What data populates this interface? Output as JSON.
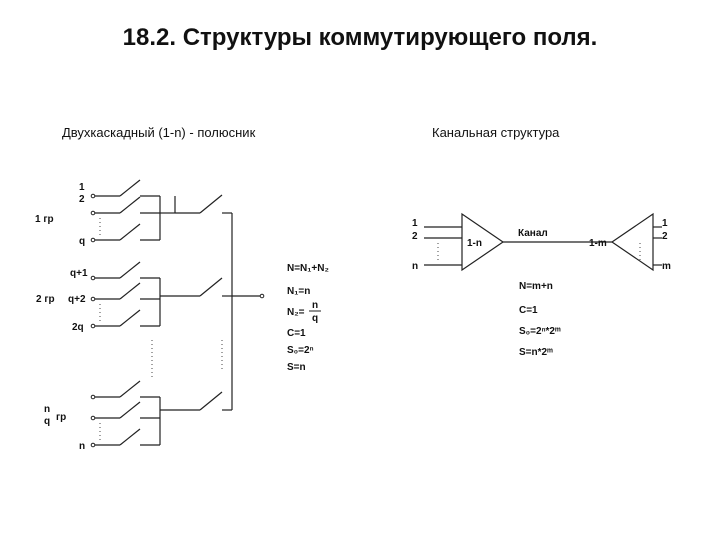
{
  "title": "18.2. Структуры коммутирующего поля.",
  "left": {
    "subtitle": "Двухкаскадный  (1-n) - полюсник",
    "labels": {
      "in1": "1",
      "in2": "2",
      "inq": "q",
      "gr1": "1 гр",
      "inq1": "q+1",
      "gr2": "2 гр",
      "inq2": "q+2",
      "in2q": "2q",
      "inn": "n",
      "inq3": "q",
      "grn": "гр",
      "inn2": "n"
    },
    "formulas": [
      "N=N₁+N₂",
      "N₁=n",
      "N₂=",
      "C=1",
      "S₀=2ⁿ",
      "S=n"
    ],
    "fraction": {
      "num": "n",
      "den": "q"
    }
  },
  "right": {
    "subtitle": "Канальная структура",
    "labels": {
      "in1": "1",
      "in2": "2",
      "inn": "n",
      "box_left": "1-n",
      "channel": "Канал",
      "box_right": "1-m",
      "out1": "1",
      "out2": "2",
      "outm": "m"
    },
    "formulas": [
      "N=m+n",
      "C=1",
      "S₀=2ⁿ*2ᵐ",
      "S=n*2ᵐ"
    ]
  }
}
